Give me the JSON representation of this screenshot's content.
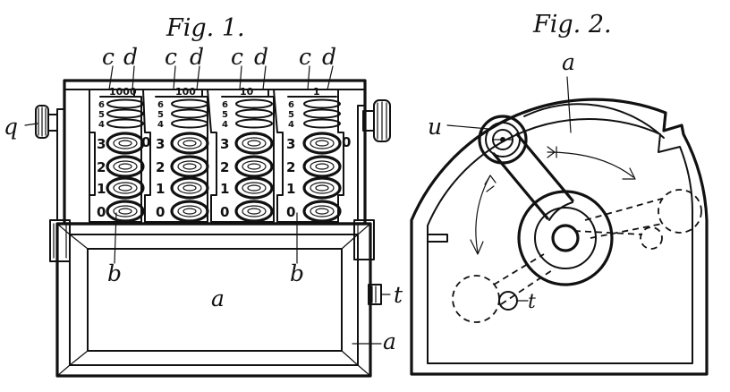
{
  "fig1": {
    "title": "Fig. 1.",
    "column_labels": [
      {
        "c": "c",
        "d": "d",
        "top": "1000"
      },
      {
        "c": "c",
        "d": "d",
        "top": "100"
      },
      {
        "c": "c",
        "d": "d",
        "top": "10"
      },
      {
        "c": "c",
        "d": "d",
        "top": "1"
      }
    ],
    "small_digits": [
      "6",
      "5",
      "4"
    ],
    "large_digits": [
      "3",
      "2",
      "1",
      "0"
    ],
    "side_zero": "0",
    "label_q": "q",
    "label_t": "t",
    "label_b_left": "b",
    "label_b_right": "b",
    "label_a_center": "a",
    "label_a_side": "a"
  },
  "fig2": {
    "title": "Fig. 2.",
    "label_a": "a",
    "label_u": "u",
    "label_t": "t"
  }
}
